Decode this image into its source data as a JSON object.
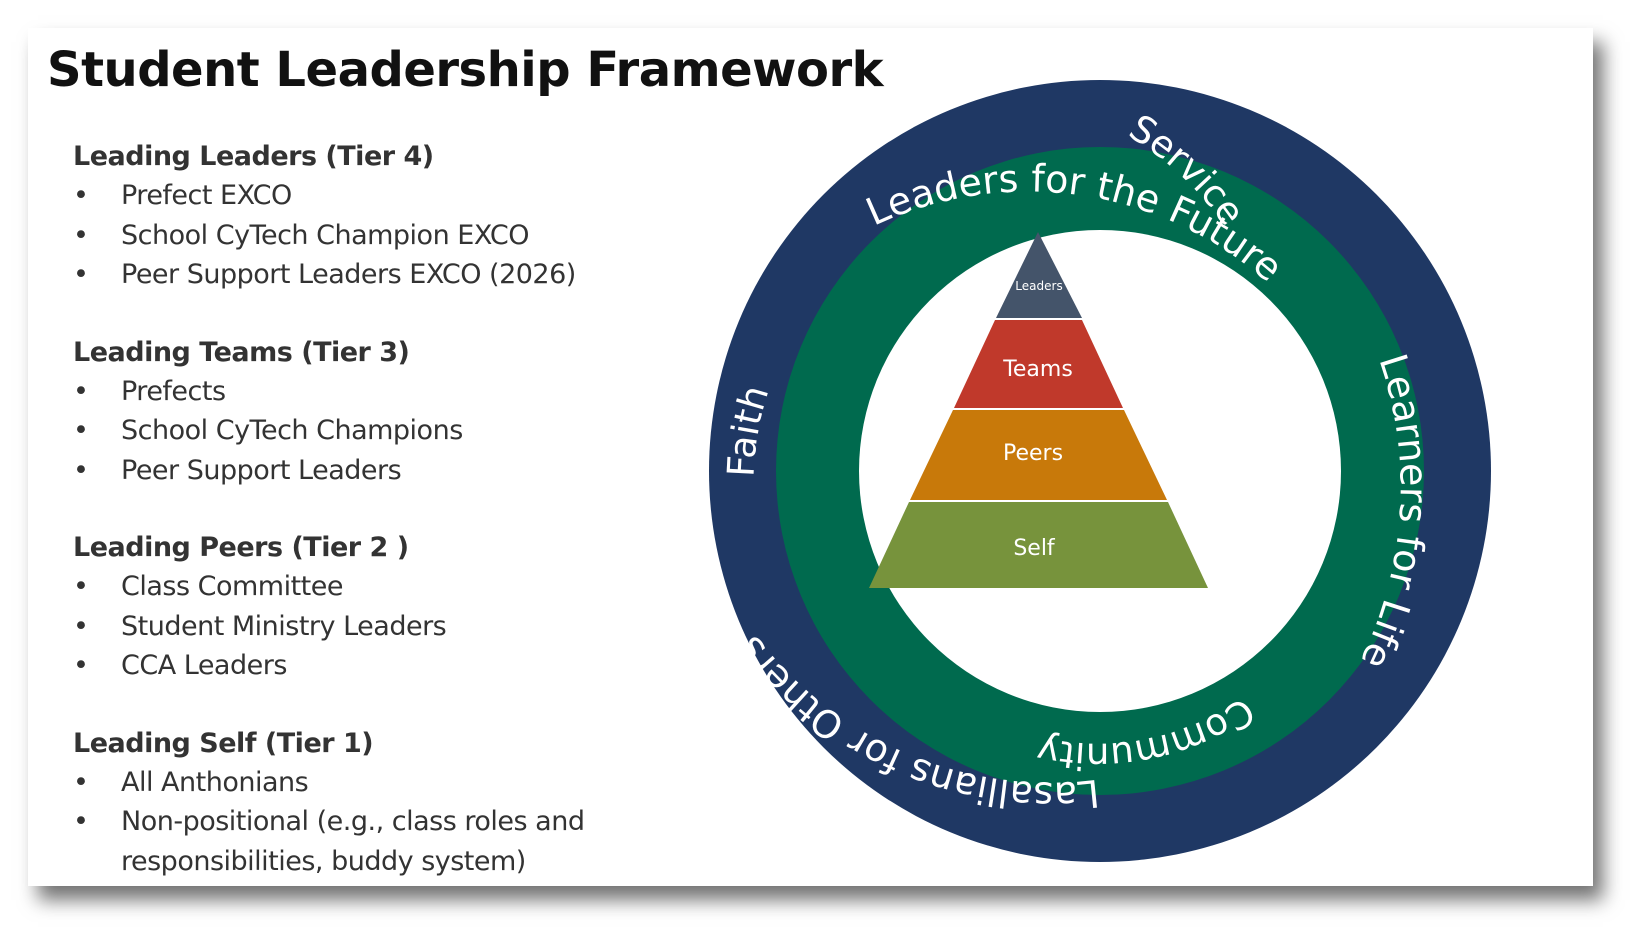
{
  "title": "Student Leadership Framework",
  "bullet_glyph": "•",
  "tiers": [
    {
      "heading": "Leading Leaders (Tier 4)",
      "items": [
        "Prefect EXCO",
        "School CyTech Champion EXCO",
        "Peer Support Leaders EXCO (2026)"
      ]
    },
    {
      "heading": "Leading Teams (Tier 3)",
      "items": [
        "Prefects",
        "School CyTech Champions",
        "Peer Support Leaders"
      ]
    },
    {
      "heading": "Leading Peers (Tier 2 )",
      "items": [
        "Class Committee",
        "Student Ministry Leaders",
        "CCA Leaders"
      ]
    },
    {
      "heading": "Leading Self (Tier 1)",
      "items": [
        "All Anthonians",
        "Non-positional (e.g., class roles and responsibilities, buddy system)"
      ]
    }
  ],
  "diagram": {
    "outer_ring": {
      "color": "#1f3864",
      "labels": {
        "top": "Leaders for the Future",
        "right": "Learners for Life",
        "bottom": "Lasallians for Others"
      }
    },
    "inner_ring": {
      "color": "#006a4e",
      "labels": {
        "top": "Service",
        "left": "Faith",
        "bottom": "Community"
      }
    },
    "pyramid": [
      {
        "label": "Leaders",
        "color": "#44546a"
      },
      {
        "label": "Teams",
        "color": "#c0392b"
      },
      {
        "label": "Peers",
        "color": "#c8790a"
      },
      {
        "label": "Self",
        "color": "#77933c"
      }
    ]
  }
}
